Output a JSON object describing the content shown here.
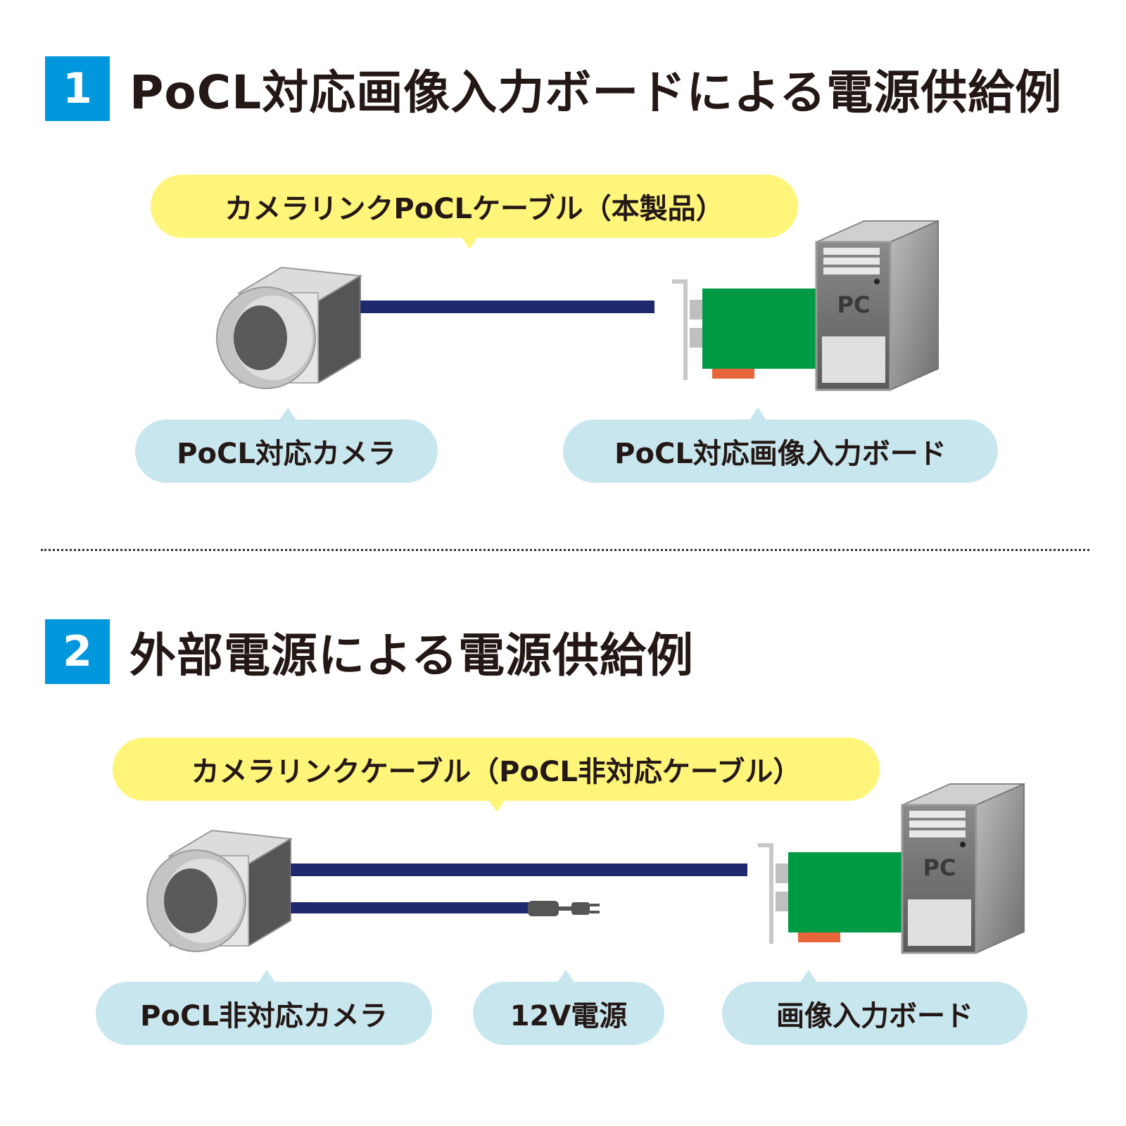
{
  "section1": {
    "number": "1",
    "title": "PoCL対応画像入力ボードによる電源供給例",
    "cable_label": "カメラリンクPoCLケーブル（本製品）",
    "camera_label": "PoCL対応カメラ",
    "board_label": "PoCL対応画像入力ボード",
    "pc_text": "PC"
  },
  "section2": {
    "number": "2",
    "title": "外部電源による電源供給例",
    "cable_label": "カメラリンクケーブル（PoCL非対応ケーブル）",
    "camera_label": "PoCL非対応カメラ",
    "power_label": "12V電源",
    "board_label": "画像入力ボード",
    "pc_text": "PC"
  },
  "colors": {
    "badge": "#0097dc",
    "cable": "#1f2a6e",
    "board": "#009a44",
    "connector": "#e8643a",
    "yellow_bubble": "#fff57a",
    "blue_bubble": "#c8e6ee"
  }
}
